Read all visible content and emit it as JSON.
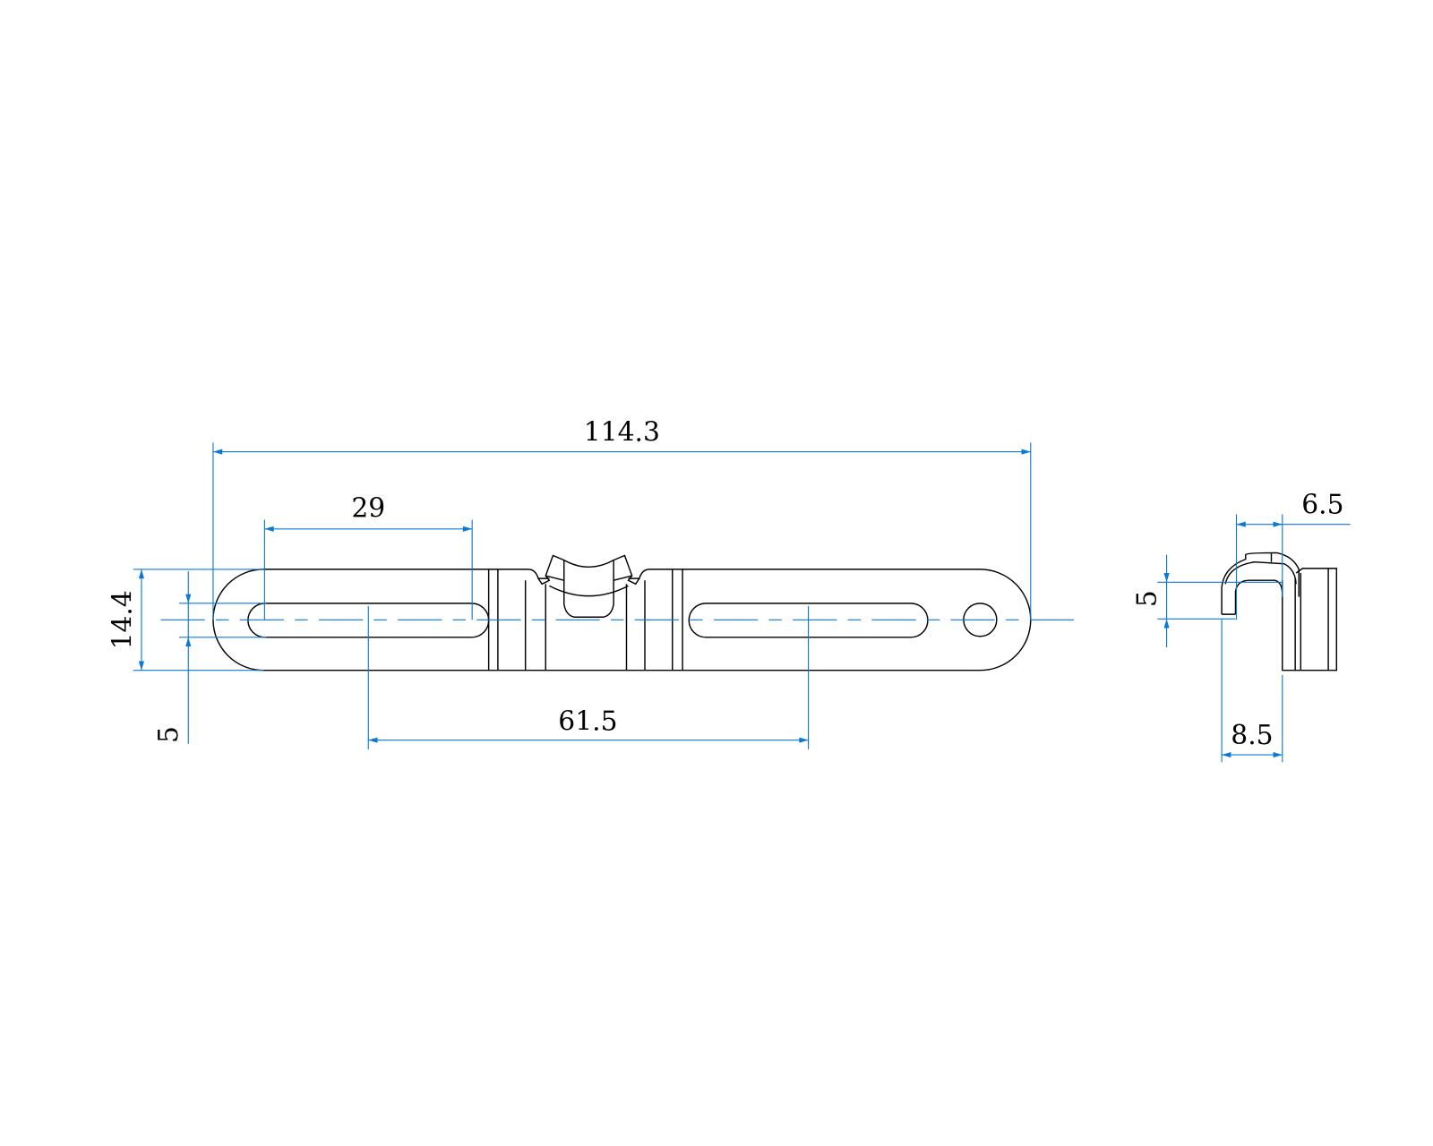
{
  "drawing": {
    "dimension_color": "#0a78d7",
    "line_color": "#000000",
    "front_view": {
      "overall_length": "114.3",
      "slot_length": "29",
      "width": "14.4",
      "slot_width": "5",
      "slot_spacing": "61.5"
    },
    "side_view": {
      "top_width": "6.5",
      "hook_height": "5",
      "bottom_width": "8.5"
    }
  }
}
